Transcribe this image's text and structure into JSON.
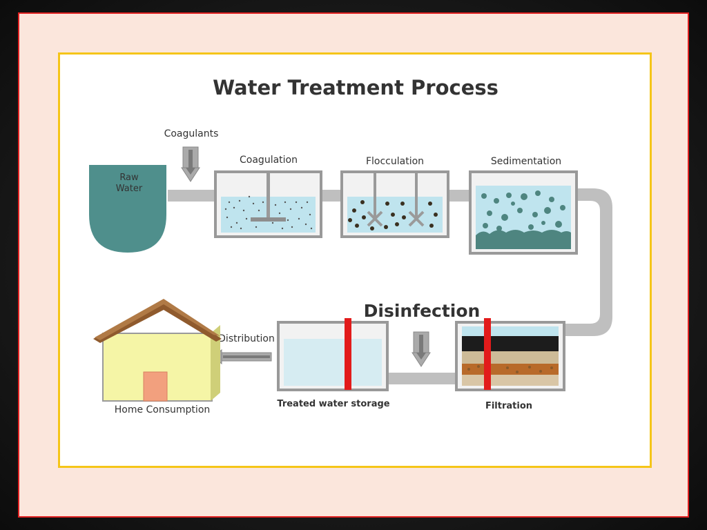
{
  "title": "Water Treatment Process",
  "labels": {
    "coagulants": "Coagulants",
    "raw_water_line1": "Raw",
    "raw_water_line2": "Water",
    "coagulation": "Coagulation",
    "flocculation": "Flocculation",
    "sedimentation": "Sedimentation",
    "disinfection": "Disinfection",
    "distribution": "Distribution",
    "home_consumption": "Home Consumption",
    "treated_water_storage": "Treated water storage",
    "filtration": "Filtration"
  }
}
